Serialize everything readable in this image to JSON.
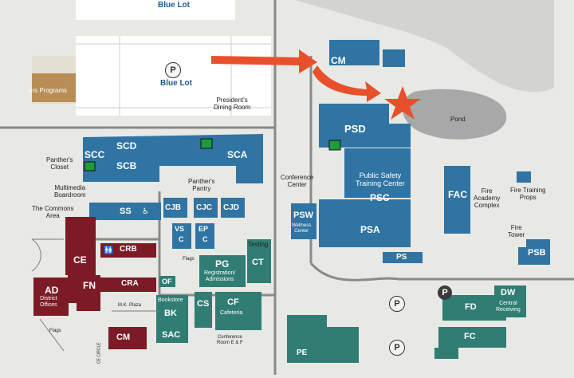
{
  "map": {
    "lots": {
      "blue_lot_top": "Blue Lot",
      "blue_lot_main": "Blue Lot"
    },
    "parking_symbol": "P",
    "buildings": {
      "cm_top": "CM",
      "psd": "PSD",
      "scd": "SCD",
      "scc": "SCC",
      "scb": "SCB",
      "sca": "SCA",
      "ss": "SS",
      "cjb": "CJB",
      "cjc": "CJC",
      "cjd": "CJD",
      "vsc_v": "VS",
      "vsc_c": "C",
      "epc_e": "EP",
      "epc_c": "C",
      "ct": "CT",
      "pg": "PG",
      "crb": "CRB",
      "cra": "CRA",
      "ce": "CE",
      "fn": "FN",
      "ad": "AD",
      "of": "OF",
      "bk": "BK",
      "cs": "CS",
      "cf": "CF",
      "sac": "SAC",
      "cm_bottom": "CM",
      "psw": "PSW",
      "psc": "PSC",
      "psa": "PSA",
      "ps": "PS",
      "fac": "FAC",
      "psb": "PSB",
      "fd": "FD",
      "dw": "DW",
      "fc": "FC",
      "pe": "PE"
    },
    "labels": {
      "programs": "ors Programs",
      "presidents_dining": "President's\nDining Room",
      "panthers_closet": "Panther's\nCloset",
      "panthers_pantry": "Panther's\nPantry",
      "multimedia": "Multimedia\nBoardroom",
      "commons": "The Commons\nArea",
      "conference_center": "Conference\nCenter",
      "ps_training": "Public Safety\nTraining Center",
      "wellness": "Wellness\nCenter",
      "pond": "Pond",
      "fire_academy": "Fire\nAcademy\nComplex",
      "fire_props": "Fire Training\nProps",
      "fire_tower": "Fire\nTower",
      "testing": "Testing",
      "registration": "Registration/\nAdmissions",
      "district_offices": "District\nOffices",
      "flags_1": "Flags",
      "flags_2": "Flags",
      "mk_plaza": "M.K. Plaza",
      "bookstore": "Bookstore",
      "cafeteria": "Cafeteria",
      "conference_room": "Conference\nRoom E & F",
      "central_receiving": "Central\nReceiving",
      "ce_circle": "CE CIRCLE"
    },
    "colors": {
      "blue": "#2f74a3",
      "teal": "#2f7d73",
      "maroon": "#7c1a26",
      "road": "#8c8c8c",
      "pond": "#a9a9a9",
      "arrow": "#e8502b"
    }
  }
}
